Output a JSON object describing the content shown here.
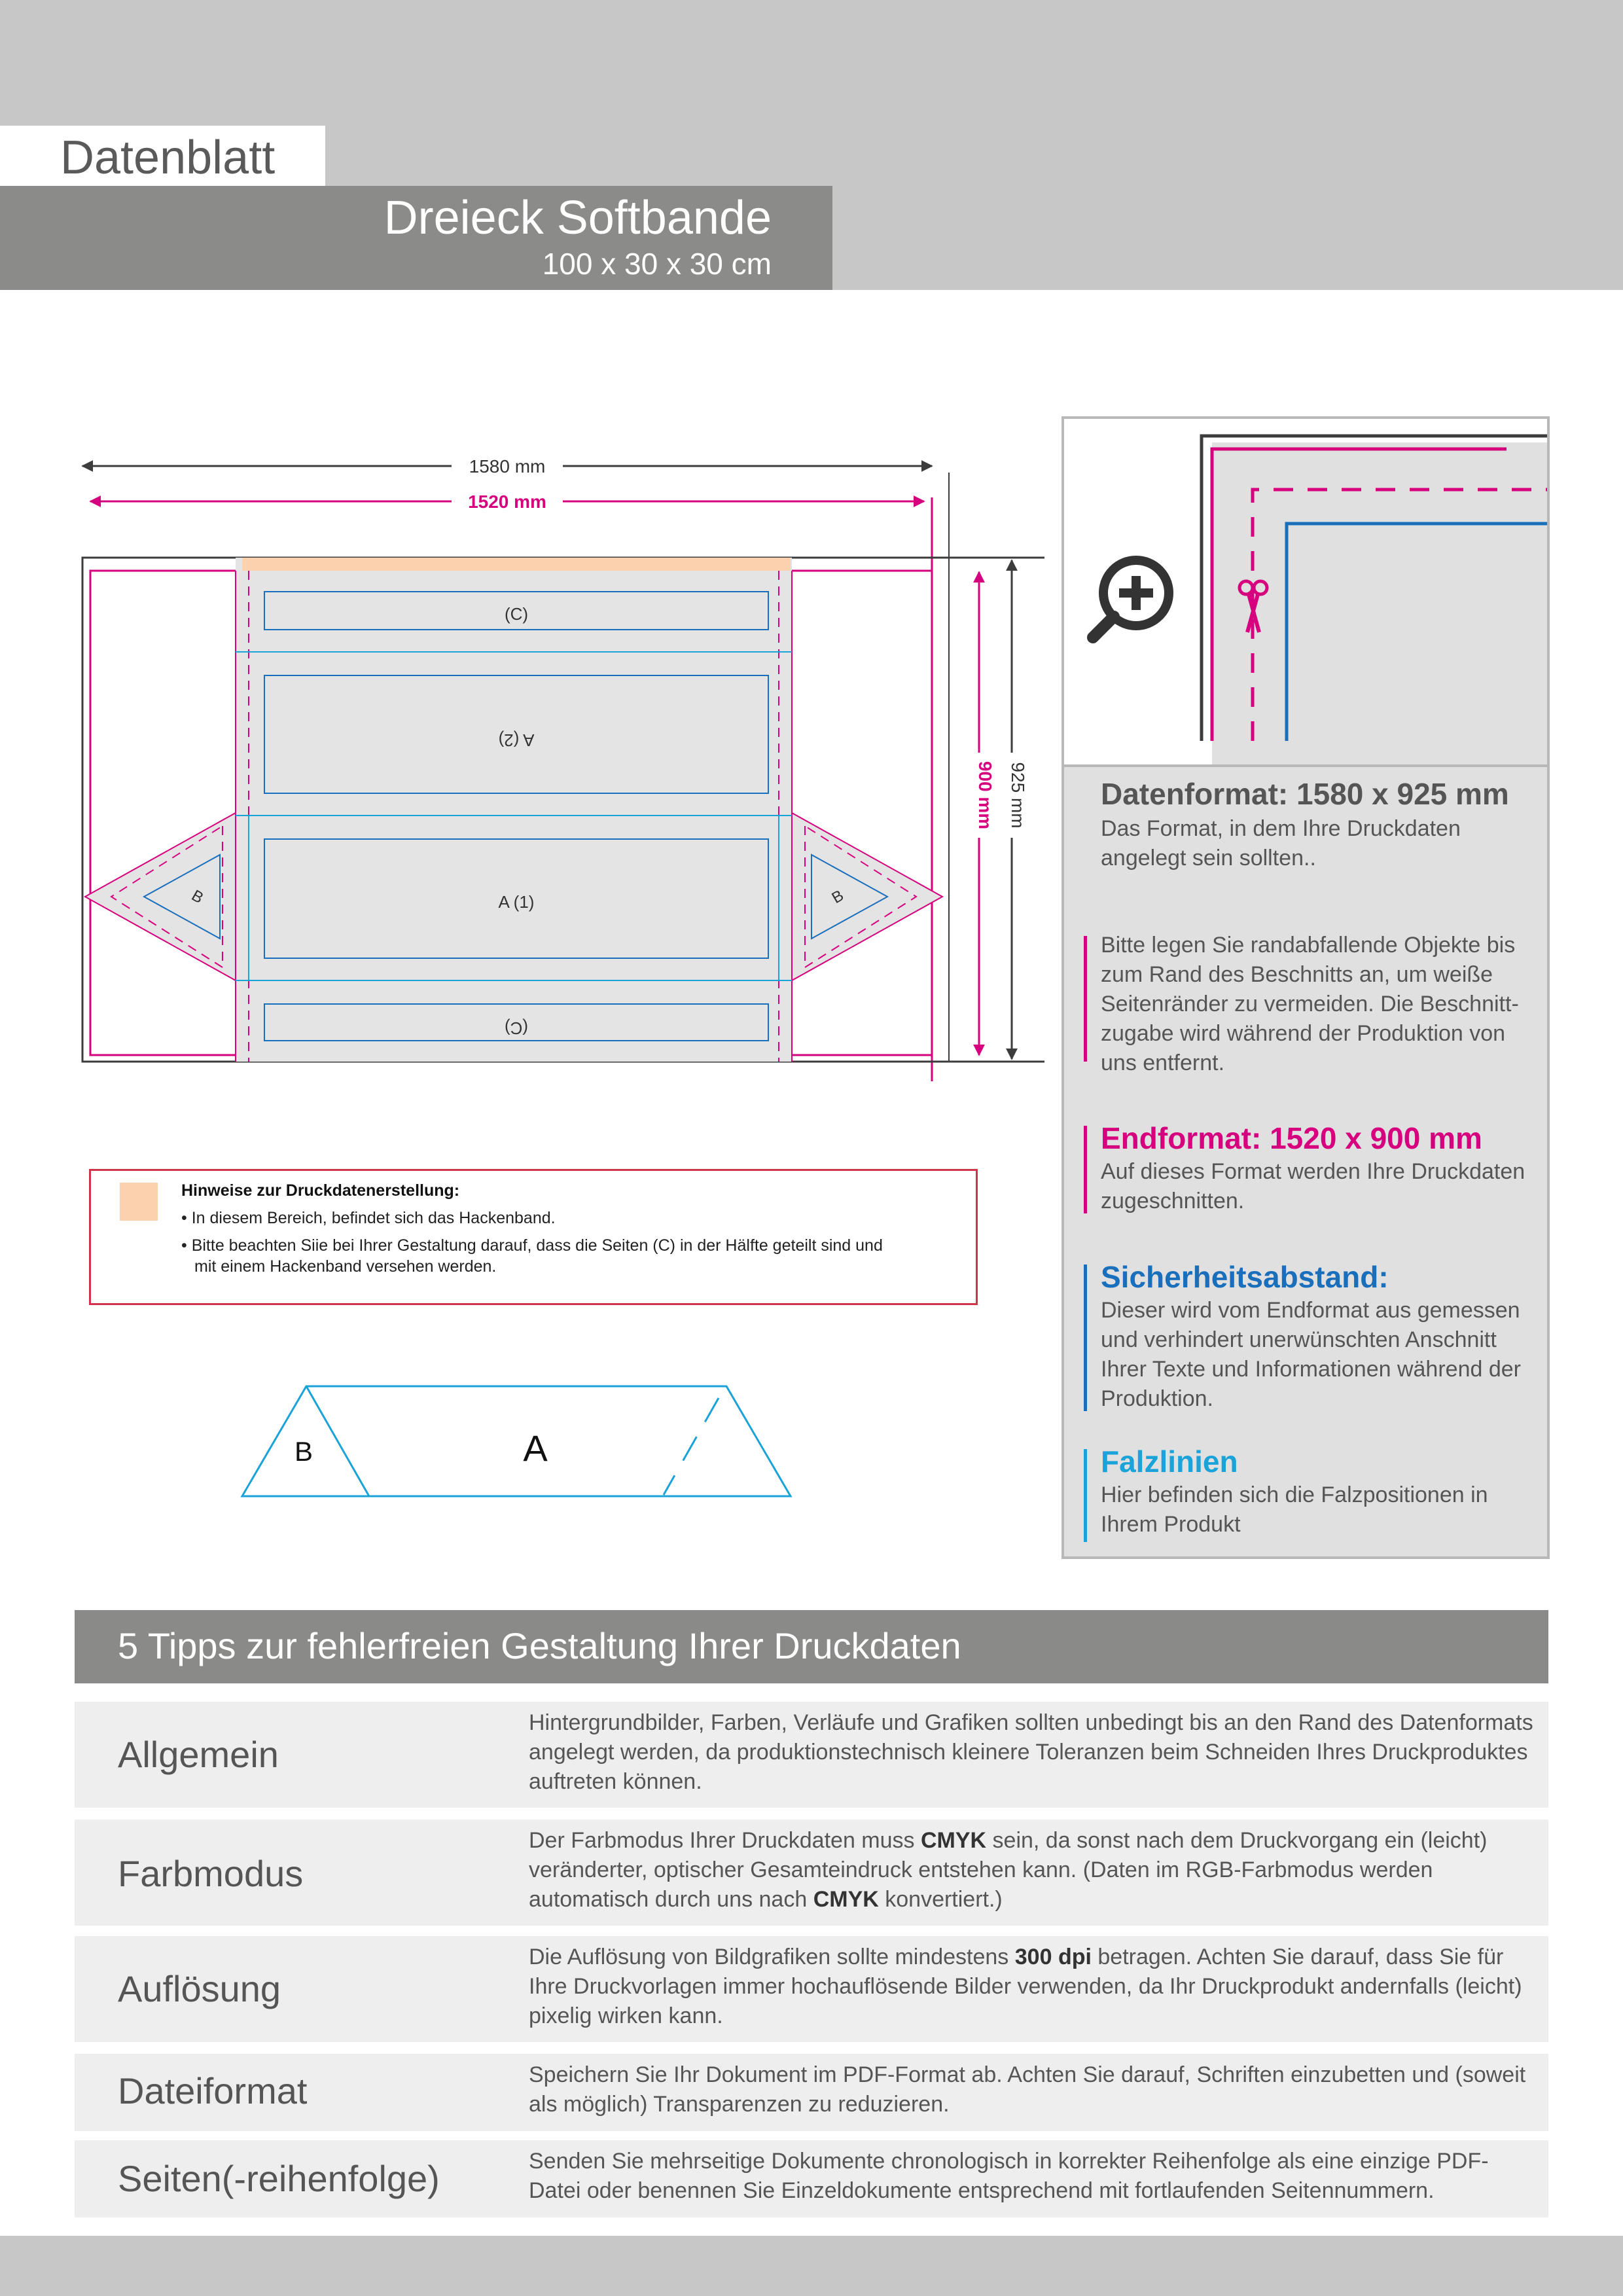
{
  "header": {
    "datenblatt": "Datenblatt",
    "product_title": "Dreieck Softbande",
    "product_size": "100 x 30 x 30 cm"
  },
  "drawing": {
    "width_total": "1580 mm",
    "width_final": "1520 mm",
    "height_total": "925 mm",
    "height_final": "900 mm",
    "label_c": "(C)",
    "label_a2": "A (2)",
    "label_a1": "A (1)",
    "label_b": "B"
  },
  "note": {
    "title": "Hinweise zur Druckdatenerstellung:",
    "line1": "• In diesem Bereich, befindet sich das Hackenband.",
    "line2": "• Bitte beachten Siie bei Ihrer Gestaltung darauf, dass die Seiten (C) in der Hälfte geteilt sind und",
    "line3": "mit einem Hackenband versehen werden."
  },
  "shape_3d": {
    "label_b": "B",
    "label_a": "A"
  },
  "legend": {
    "datenformat_title": "Datenformat: 1580 x 925 mm",
    "datenformat_text": "Das Format, in dem Ihre Druckdaten angelegt sein sollten..",
    "bleed_text": "Bitte legen Sie randabfallende Objekte bis zum Rand des Beschnitts an, um weiße Seitenränder zu vermeiden. Die Beschnitt-zugabe wird während der Produktion von uns entfernt.",
    "endformat_title": "Endformat: 1520 x 900 mm",
    "endformat_text": "Auf dieses Format werden Ihre Druckdaten zugeschnitten.",
    "sicherheit_title": "Sicherheitsabstand:",
    "sicherheit_text": "Dieser wird vom Endformat aus gemessen und verhindert unerwünschten Anschnitt Ihrer Texte und Informationen während der Produktion.",
    "falz_title": "Falzlinien",
    "falz_text": "Hier befinden sich die Falzpositionen in Ihrem Produkt"
  },
  "colors": {
    "magenta": "#d6007e",
    "blue": "#1a6fbd",
    "cyan": "#1aa3d9",
    "dark": "#3c3c3c",
    "hackenband": "#fbd2ad"
  },
  "tips": {
    "heading": "5 Tipps zur fehlerfreien Gestaltung Ihrer Druckdaten",
    "allgemein_label": "Allgemein",
    "allgemein_text": "Hintergrundbilder, Farben, Verläufe und Grafiken sollten unbedingt bis an den Rand des Datenformats angelegt werden, da produktionstechnisch kleinere Toleranzen beim Schneiden Ihres Druckproduktes auftreten können.",
    "farbmodus_label": "Farbmodus",
    "farbmodus_t1": "Der Farbmodus Ihrer Druckdaten muss ",
    "farbmodus_b1": "CMYK",
    "farbmodus_t2": " sein, da sonst nach dem Druckvorgang ein (leicht) veränderter, optischer Gesamteindruck entstehen kann. (Daten im RGB-Farbmodus werden automatisch durch uns nach ",
    "farbmodus_b2": "CMYK",
    "farbmodus_t3": " konvertiert.)",
    "aufloesung_label": "Auflösung",
    "aufloesung_t1": "Die Auflösung von Bildgrafiken sollte mindestens ",
    "aufloesung_b1": "300 dpi",
    "aufloesung_t2": " betragen. Achten Sie darauf, dass Sie für Ihre Druckvorlagen immer hochauflösende Bilder verwenden, da Ihr Druckprodukt andernfalls (leicht) pixelig wirken kann.",
    "dateiformat_label": "Dateiformat",
    "dateiformat_text": "Speichern Sie Ihr Dokument im PDF-Format ab. Achten Sie darauf, Schriften einzubetten und (soweit als möglich) Transparenzen zu reduzieren.",
    "seiten_label": "Seiten(-reihenfolge)",
    "seiten_text": "Senden Sie mehrseitige Dokumente chronologisch in korrekter Reihenfolge als eine einzige PDF-Datei oder benennen Sie Einzeldokumente entsprechend mit fortlaufenden Seitennummern."
  }
}
